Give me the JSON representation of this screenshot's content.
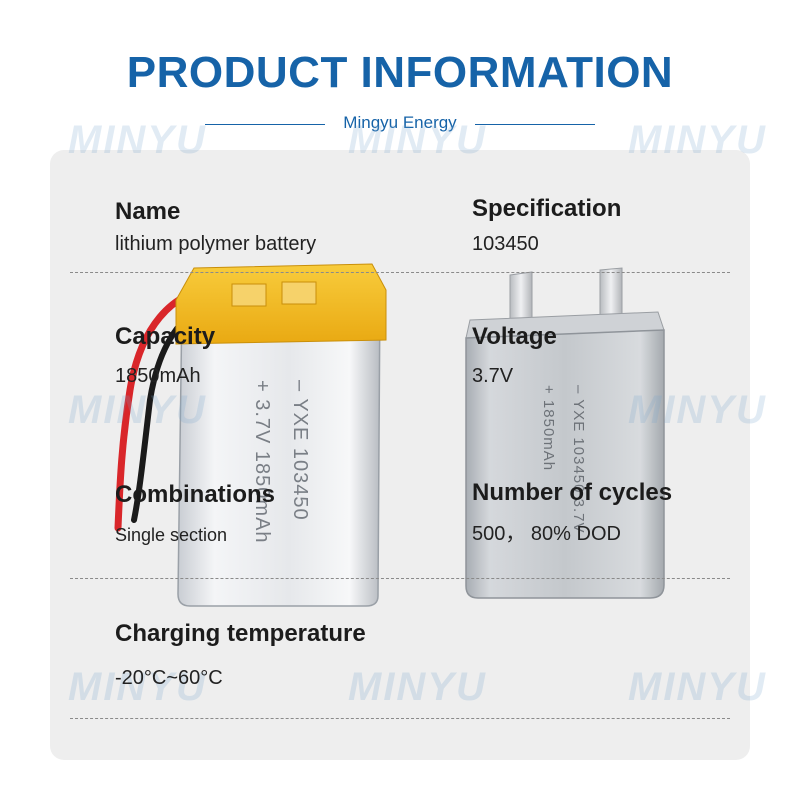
{
  "header": {
    "title": "PRODUCT INFORMATION",
    "subtitle": "Mingyu Energy"
  },
  "watermark": {
    "text": "MINYU"
  },
  "battery_left": {
    "print_line1": "– YXE 103450",
    "print_line2": "+ 3.7V 1850mAh"
  },
  "battery_right": {
    "print_line1": "– YXE 103450 3.7V",
    "print_line2": "+ 1850mAh"
  },
  "specs": {
    "name": {
      "label": "Name",
      "value": "lithium polymer battery"
    },
    "specification": {
      "label": "Specification",
      "value": "103450"
    },
    "capacity": {
      "label": "Capacity",
      "value": "1850mAh"
    },
    "voltage": {
      "label": "Voltage",
      "value": "3.7V"
    },
    "combinations": {
      "label": "Combinations",
      "value": "Single section"
    },
    "cycles": {
      "label": "Number of cycles",
      "value": "500， 80% DOD"
    },
    "charging_temperature": {
      "label": "Charging temperature",
      "value": "-20°C~60°C"
    }
  },
  "colors": {
    "title_blue": "#1663a8",
    "panel_gray": "#eeeeee",
    "tape_yellow": "#f2b419",
    "wire_red": "#d9262a",
    "wire_black": "#1a1a1a"
  }
}
